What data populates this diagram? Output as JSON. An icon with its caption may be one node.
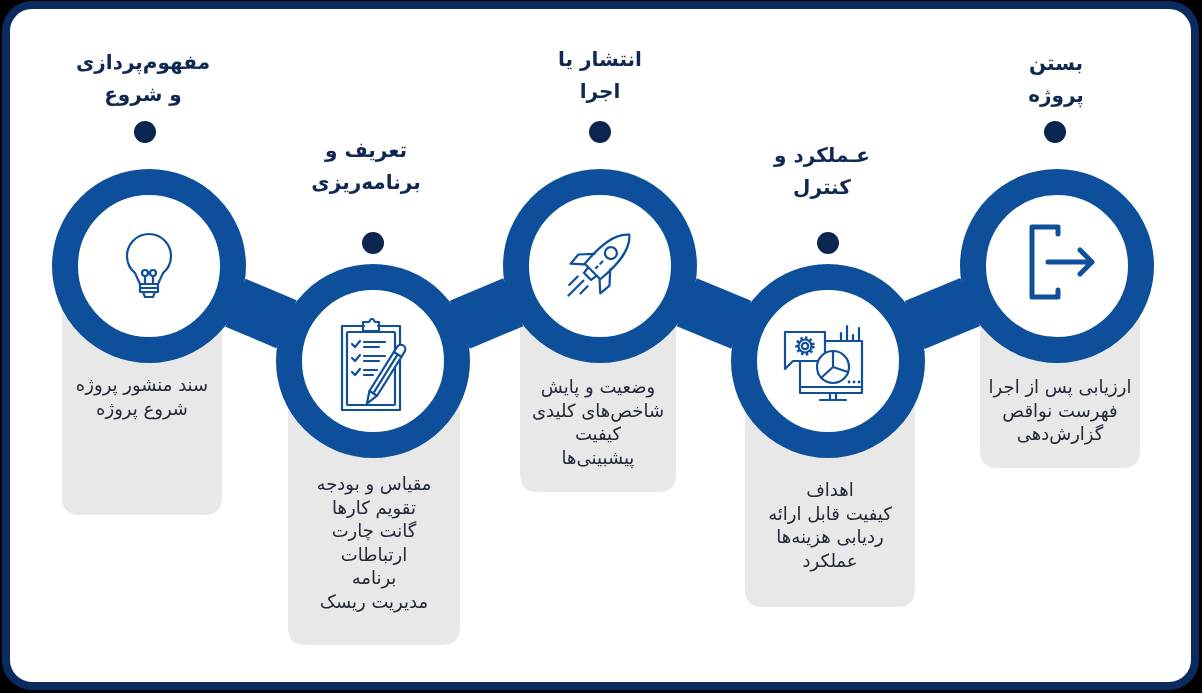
{
  "diagram": {
    "nodes": [
      {
        "text": [],
        "shape": "circle",
        "beside": [
          "مفهوم‌پردازی و شروع"
        ]
      },
      {
        "text": [
          "سند منشور پروژه",
          "شروع پروژه"
        ]
      },
      {
        "text": [],
        "shape": "circle",
        "beside": [
          "تعریف و برنامه‌ریزی"
        ]
      },
      {
        "text": [
          "مقیاس و بودجه",
          "تقویم کارها",
          "گانت چارت",
          "ارتباطات",
          "برنامه",
          "مدیریت ریسک"
        ]
      },
      {
        "text": [],
        "shape": "circle",
        "beside": [
          "انتشار یا اجرا"
        ]
      },
      {
        "text": [
          "وضعیت و پایش",
          "شاخص‌های کلیدی",
          "کیفیت",
          "پیشبینی‌ها"
        ]
      },
      {
        "text": [],
        "shape": "circle",
        "beside": [
          "عـملکرد و کنترل"
        ]
      },
      {
        "text": [
          "اهداف",
          "کیفیت قابل ارائه",
          "ردیابی هزینه‌ها",
          "عملکرد"
        ]
      },
      {
        "text": [],
        "shape": "circle",
        "beside": [
          "بستن پروژه"
        ]
      },
      {
        "text": [
          "ارزیابی پس از اجرا",
          "فهرست نواقص",
          "گزارش‌دهی"
        ]
      }
    ],
    "edges": [
      {
        "from": 0,
        "to": 2,
        "arrow": "none"
      },
      {
        "from": 2,
        "to": 4,
        "arrow": "none"
      },
      {
        "from": 4,
        "to": 6,
        "arrow": "none"
      },
      {
        "from": 6,
        "to": 8,
        "arrow": "none"
      }
    ]
  }
}
